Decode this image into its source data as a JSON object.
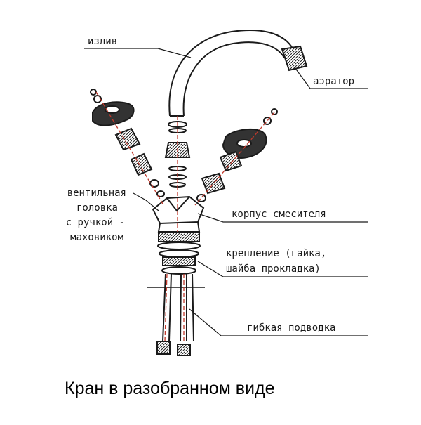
{
  "labels": {
    "spout": "излив",
    "aerator": "аэратор",
    "valve_head_lines": [
      "вентильная",
      "головка",
      "с ручкой -",
      "маховиком"
    ],
    "mixer_body": "корпус смесителя",
    "mounting_lines": [
      "крепление (гайка,",
      "шайба прокладка)"
    ],
    "flex_hose": "гибкая подводка"
  },
  "caption": "Кран в разобранном виде",
  "colors": {
    "ink": "#1a1a1a",
    "axis_line": "#c0392b",
    "background": "#ffffff"
  }
}
